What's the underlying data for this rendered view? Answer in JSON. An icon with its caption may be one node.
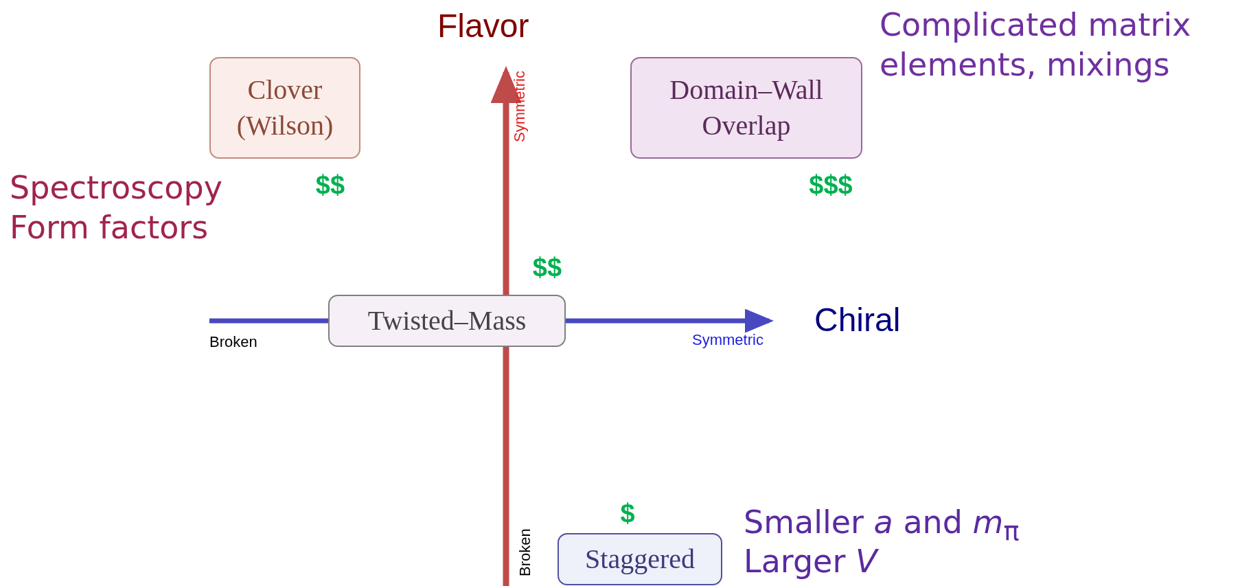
{
  "diagram": {
    "nodes": [
      {
        "text": [
          "Clover (Wilson)"
        ],
        "beside": [
          "$$"
        ]
      },
      {
        "text": [
          "Domain–Wall Overlap"
        ],
        "beside": [
          "$$$"
        ]
      },
      {
        "text": [
          "Twisted–Mass"
        ],
        "beside": [
          "$$"
        ]
      },
      {
        "text": [
          "Staggered"
        ],
        "beside": [
          "$"
        ]
      }
    ],
    "labels": [
      "Flavor",
      "Complicated matrix elements, mixings",
      "Symmetric",
      "Spectroscopy Form factors",
      "Chiral",
      "Broken",
      "Symmetric",
      "Smaller *a* and *m*$_{π}$",
      "Larger *V*",
      "Broken"
    ]
  }
}
